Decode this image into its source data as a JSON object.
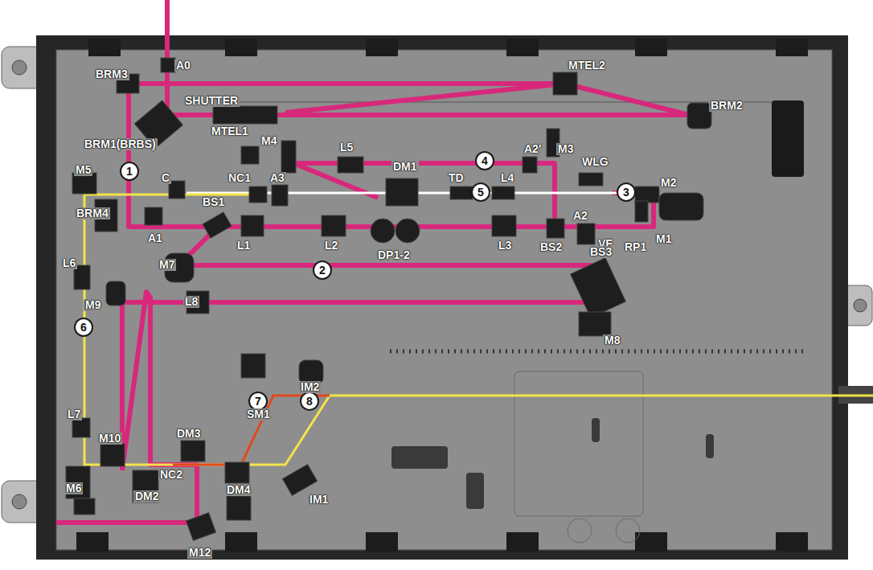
{
  "diagram": {
    "nodes": [
      {
        "text": [
          "1"
        ]
      },
      {
        "text": [
          "4"
        ]
      },
      {
        "text": [
          "5"
        ]
      },
      {
        "text": [
          "3"
        ]
      },
      {
        "text": [
          "2"
        ]
      },
      {
        "text": [
          "6"
        ]
      },
      {
        "text": [
          "7"
        ]
      },
      {
        "text": [
          "8"
        ]
      }
    ],
    "labels": [
      "BRM3",
      "A0",
      "MTEL2",
      "SHUTTER",
      "BRM2",
      "MTEL1",
      "BRM1(BRBS)",
      "M4",
      "L5",
      "A2′",
      "M3",
      "M5",
      "C",
      "NC1",
      "A3",
      "DM1",
      "TD",
      "L4",
      "WLG",
      "M2",
      "BRM4",
      "A1",
      "BS1",
      "L1",
      "L2",
      "DP1-2",
      "L3",
      "BS2",
      "A2",
      "VF",
      "RP1",
      "M1",
      "M7",
      "BS3",
      "L6",
      "M9",
      "L8",
      "M8",
      "SM1",
      "IM2",
      "L7",
      "M10",
      "DM3",
      "NC2",
      "DM4",
      "IM1",
      "M6",
      "DM2",
      "M12"
    ]
  }
}
